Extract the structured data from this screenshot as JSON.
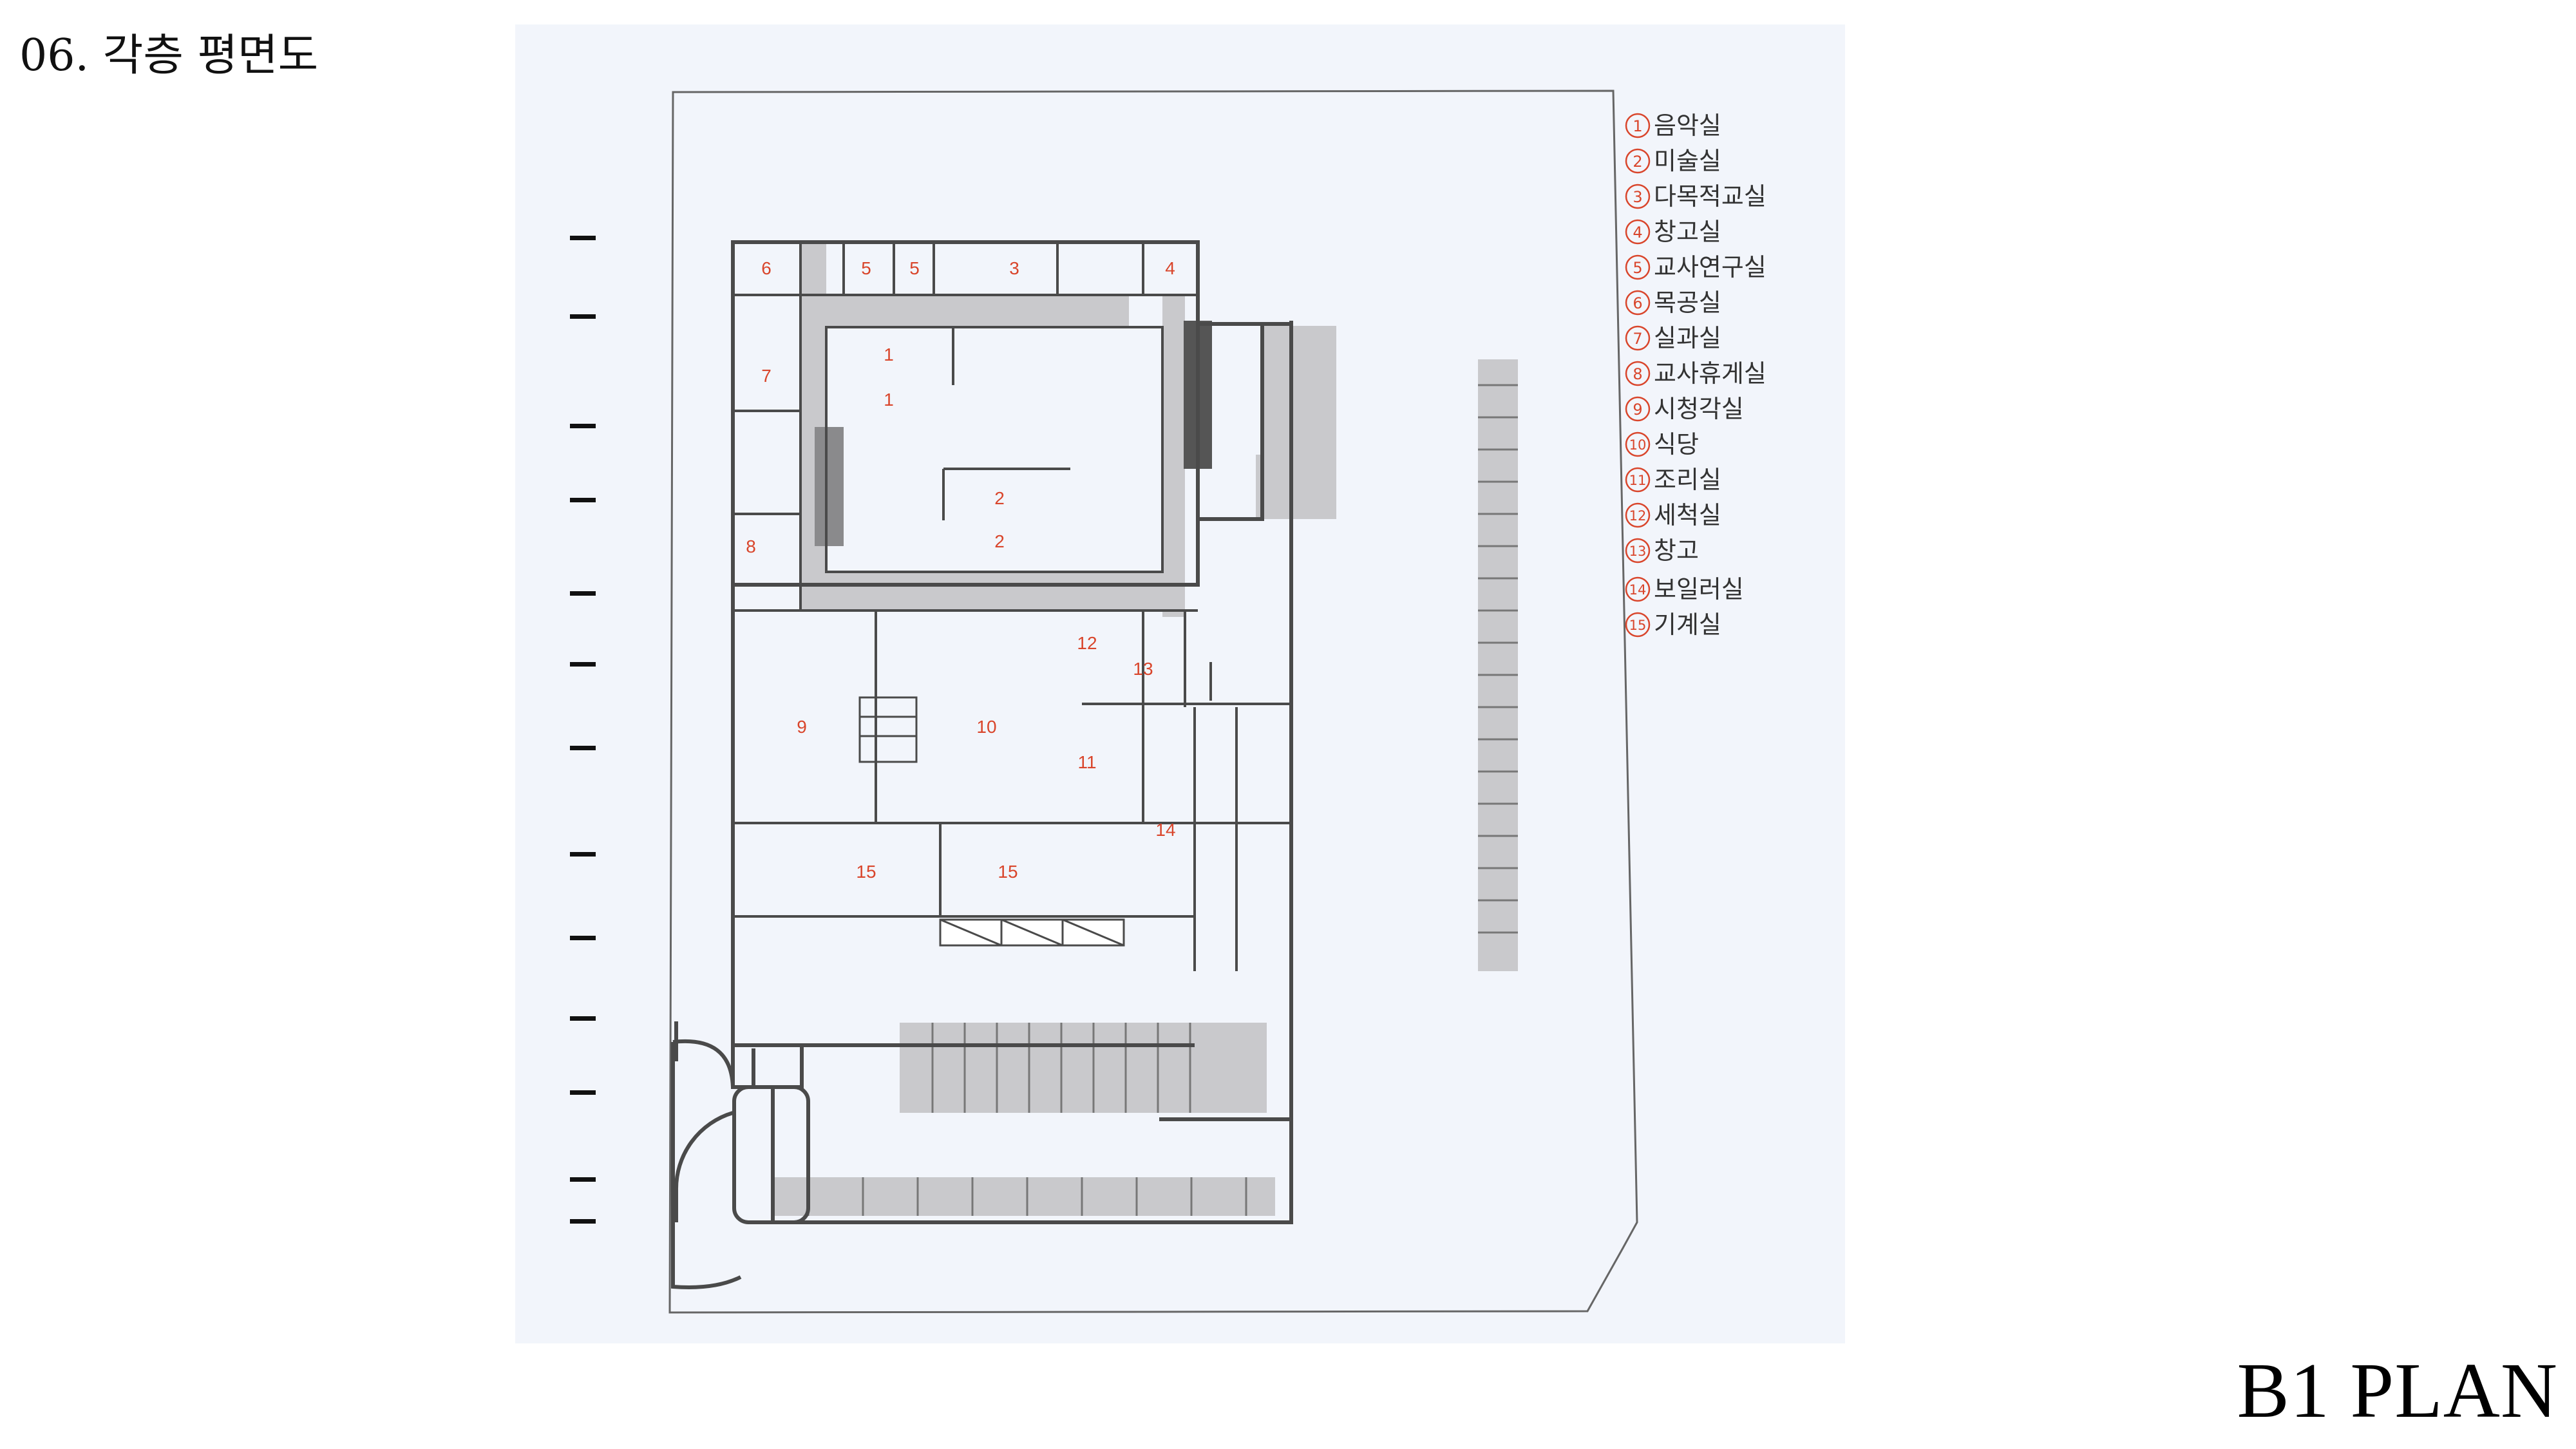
{
  "header": {
    "title": "06. 각층 평면도"
  },
  "plan": {
    "label": "B1 PLAN",
    "room_numbers": [
      "1",
      "1",
      "2",
      "2",
      "3",
      "4",
      "5",
      "5",
      "6",
      "7",
      "8",
      "9",
      "10",
      "11",
      "12",
      "13",
      "14",
      "15",
      "15"
    ],
    "legend": [
      {
        "num": "1",
        "name": "음악실"
      },
      {
        "num": "2",
        "name": "미술실"
      },
      {
        "num": "3",
        "name": "다목적교실"
      },
      {
        "num": "4",
        "name": "창고실"
      },
      {
        "num": "5",
        "name": "교사연구실"
      },
      {
        "num": "6",
        "name": "목공실"
      },
      {
        "num": "7",
        "name": "실과실"
      },
      {
        "num": "8",
        "name": "교사휴게실"
      },
      {
        "num": "9",
        "name": "시청각실"
      },
      {
        "num": "10",
        "name": "식당"
      },
      {
        "num": "11",
        "name": "조리실"
      },
      {
        "num": "12",
        "name": "세척실"
      },
      {
        "num": "13",
        "name": "창고"
      },
      {
        "num": "14",
        "name": "보일러실"
      },
      {
        "num": "15",
        "name": "기계실"
      }
    ]
  },
  "colors": {
    "wall": "#4a4a4a",
    "corridor": "#c9c9cc",
    "room_number": "#d9452b",
    "panel_bg": "#f2f5fb"
  }
}
